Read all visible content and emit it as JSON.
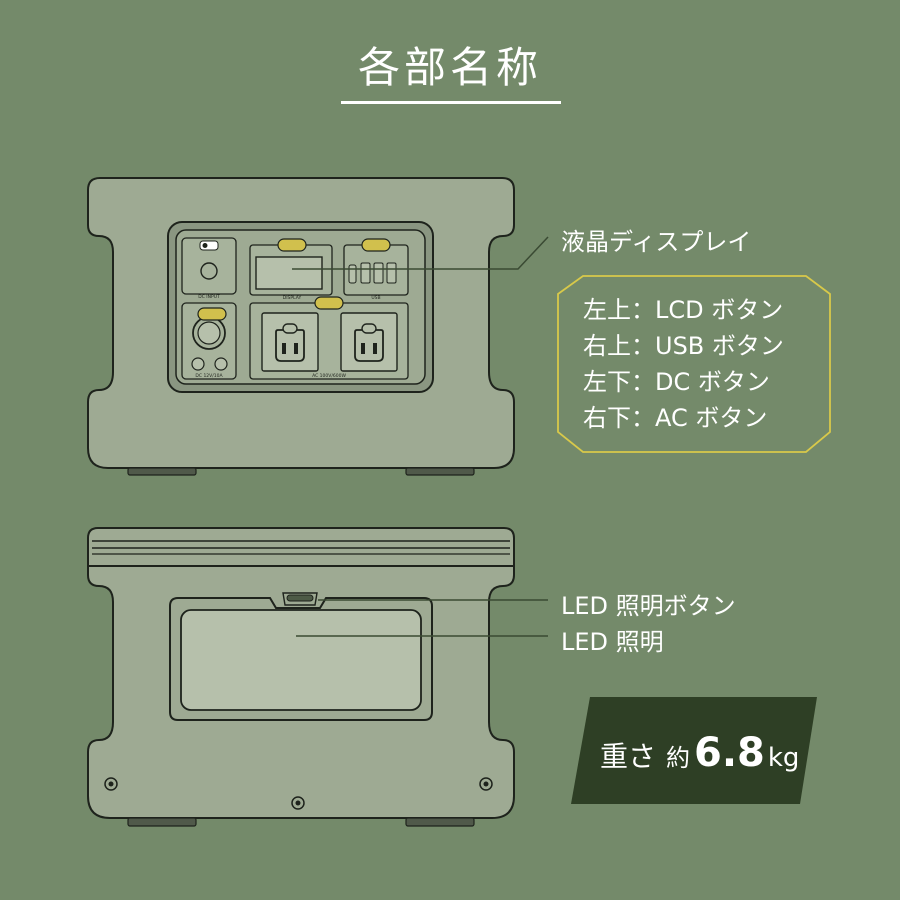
{
  "title": "各部名称",
  "callouts": {
    "lcd_display": "液晶ディスプレイ",
    "led_button": "LED 照明ボタン",
    "led_light": "LED 照明"
  },
  "buttons": [
    "左上：LCD ボタン",
    "右上：USB ボタン",
    "左下：DC ボタン",
    "右下：AC ボタン"
  ],
  "panel_labels": {
    "display": "DISPLAY",
    "usb": "USB",
    "dc_input": "DC INPUT",
    "dc_output": "DC 12V/10A",
    "ac_output": "AC 100V/600W"
  },
  "weight": {
    "label": "重さ",
    "approx": "約",
    "value": "6.8",
    "unit": "kg"
  },
  "colors": {
    "background": "#748a6a",
    "device_body": "#9eaa93",
    "device_outline": "#1e231c",
    "button_highlight": "#d1c04d",
    "weight_badge": "#2e3f25",
    "info_box_border": "#d8c94a"
  }
}
